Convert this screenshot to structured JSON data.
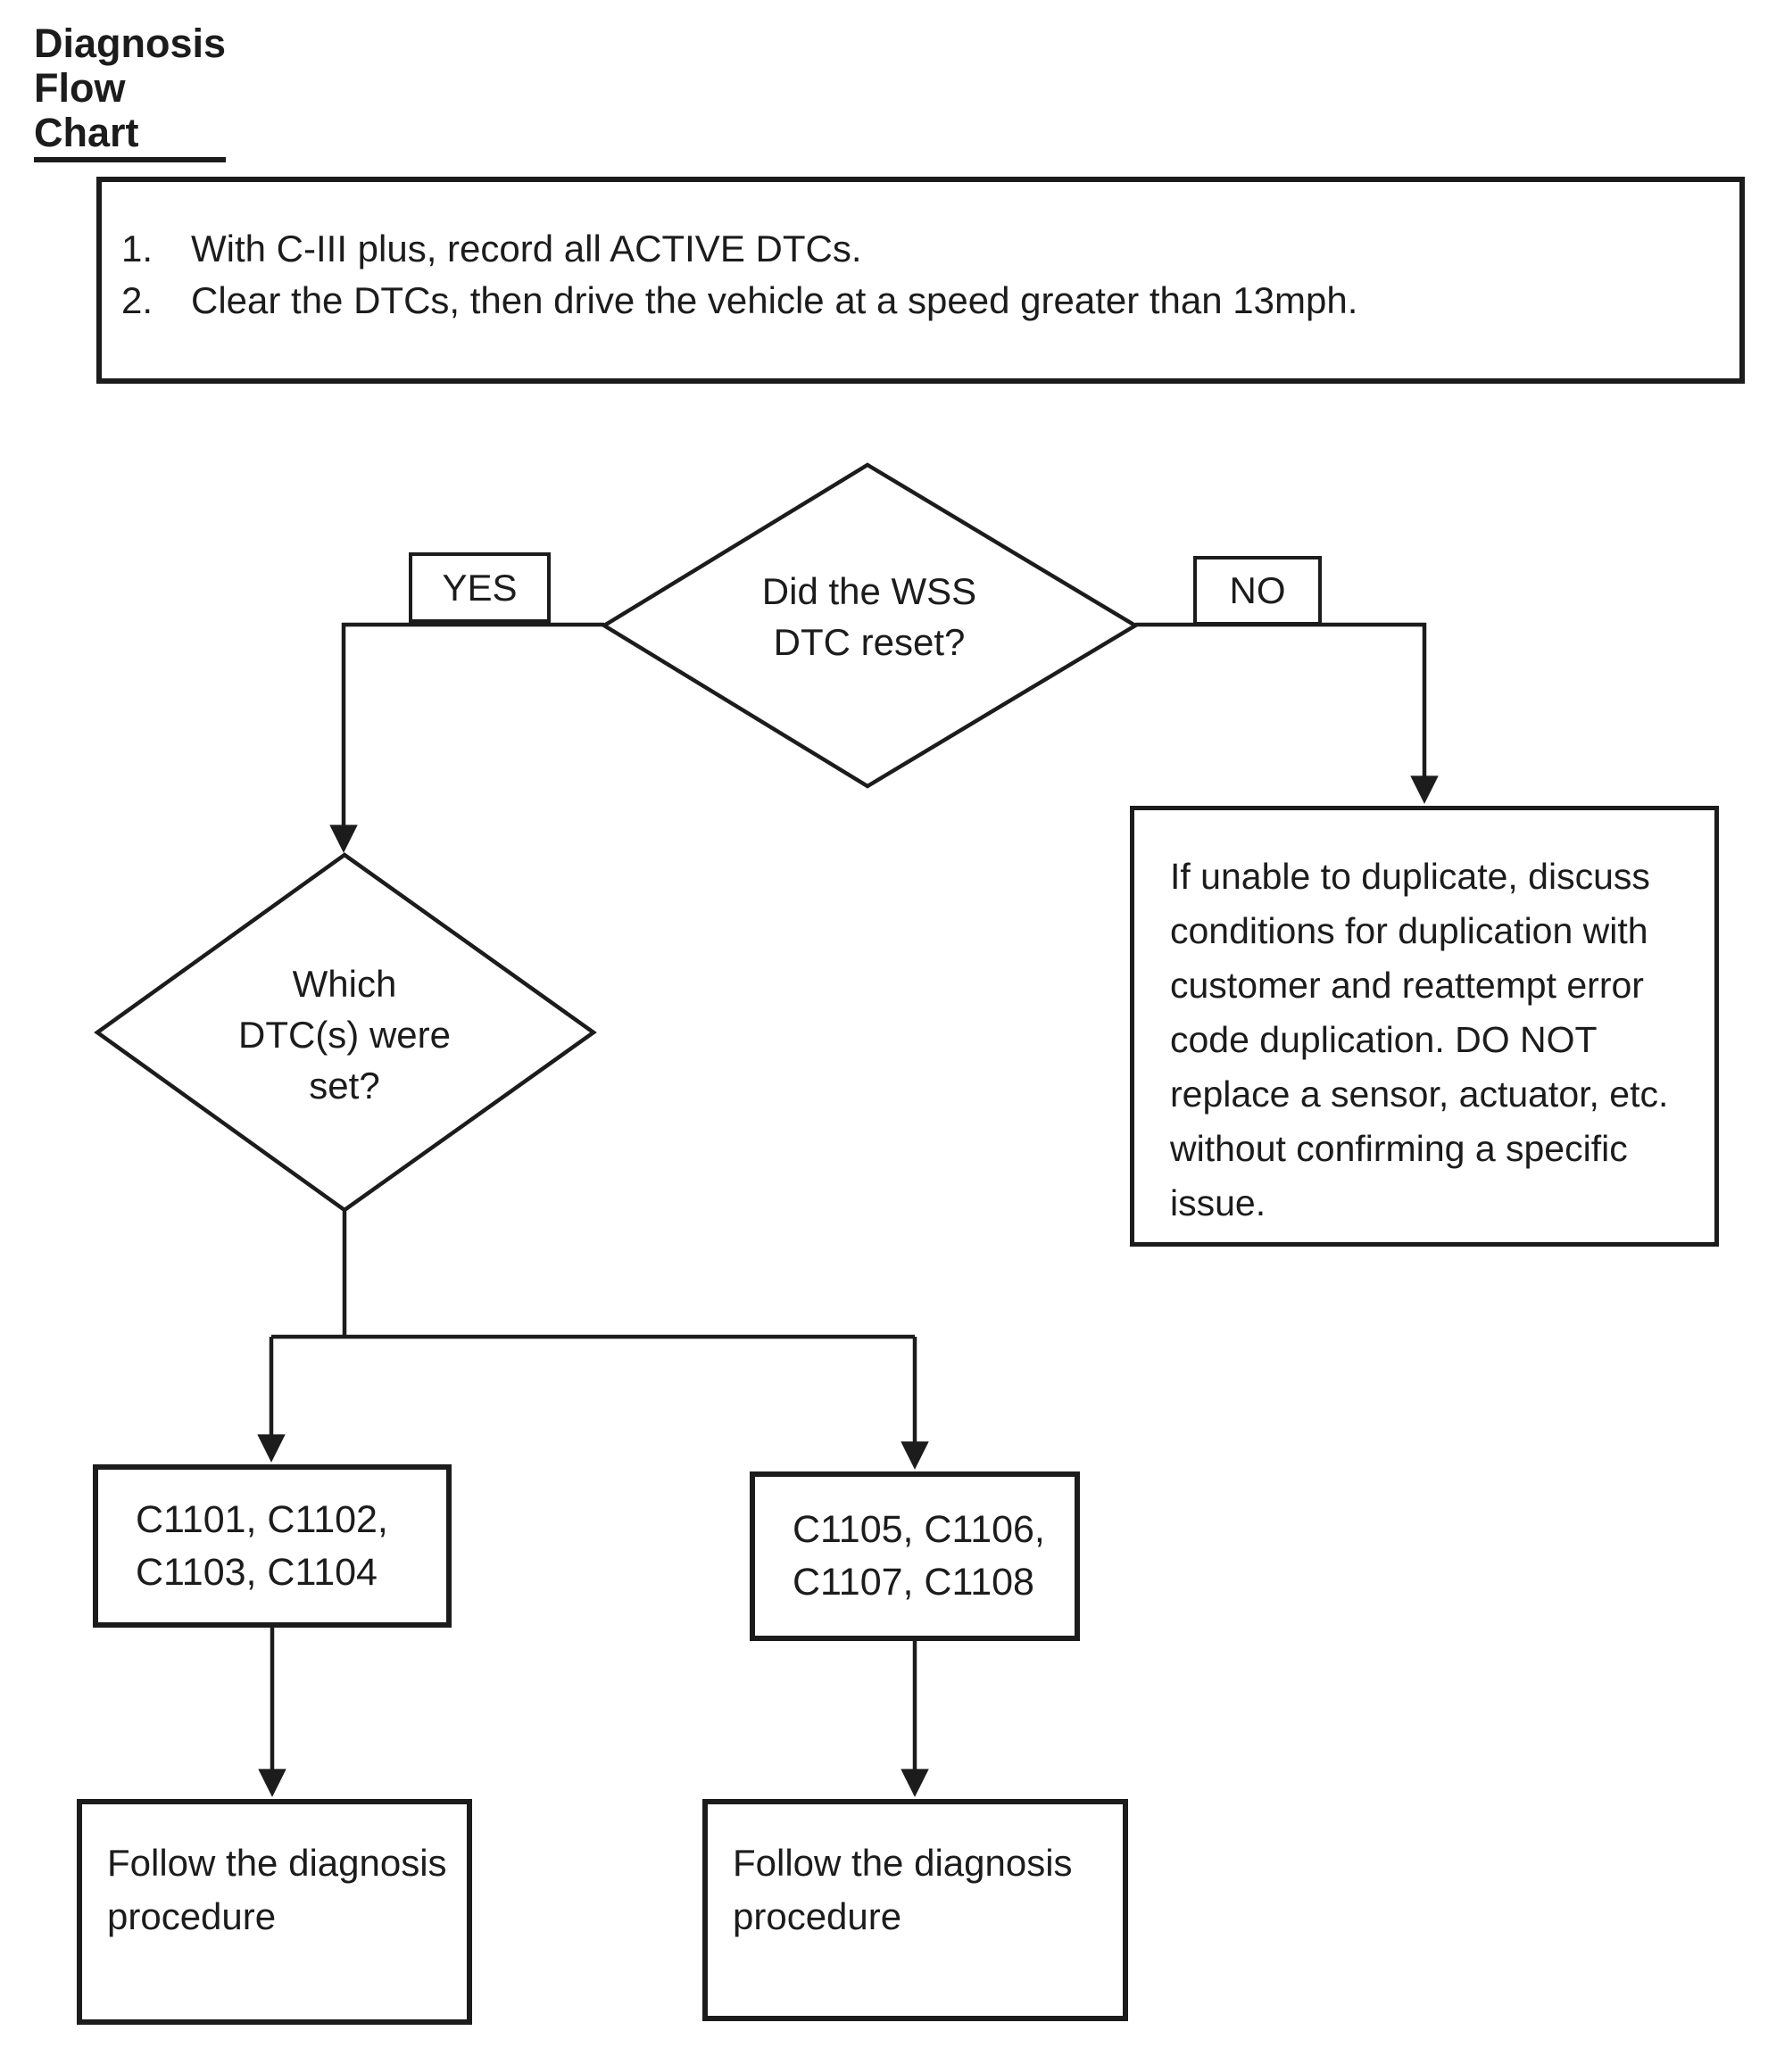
{
  "page": {
    "background": "#ffffff",
    "ink": "#1c1c1c"
  },
  "title": "Diagnosis Flow Chart",
  "instructions": {
    "items": [
      {
        "num": "1.",
        "text": "With C-III plus, record all ACTIVE DTCs."
      },
      {
        "num": "2.",
        "text": "Clear the DTCs, then drive the vehicle at a speed greater than 13mph."
      }
    ]
  },
  "flow": {
    "decision_wss": "Did the WSS\nDTC reset?",
    "yes_label": "YES",
    "no_label": "NO",
    "decision_which_dtc": "Which\nDTC(s) were\nset?",
    "no_branch_note": "If unable to duplicate, discuss\nconditions for duplication with\ncustomer and reattempt error\ncode duplication. DO NOT\nreplace a sensor, actuator, etc.\nwithout confirming a specific\nissue.",
    "dtc_group_a": "C1101, C1102,\nC1103, C1104",
    "dtc_group_b": "C1105, C1106,\nC1107, C1108",
    "follow_a": "Follow the diagnosis\nprocedure",
    "follow_b": "Follow the diagnosis\nprocedure"
  }
}
